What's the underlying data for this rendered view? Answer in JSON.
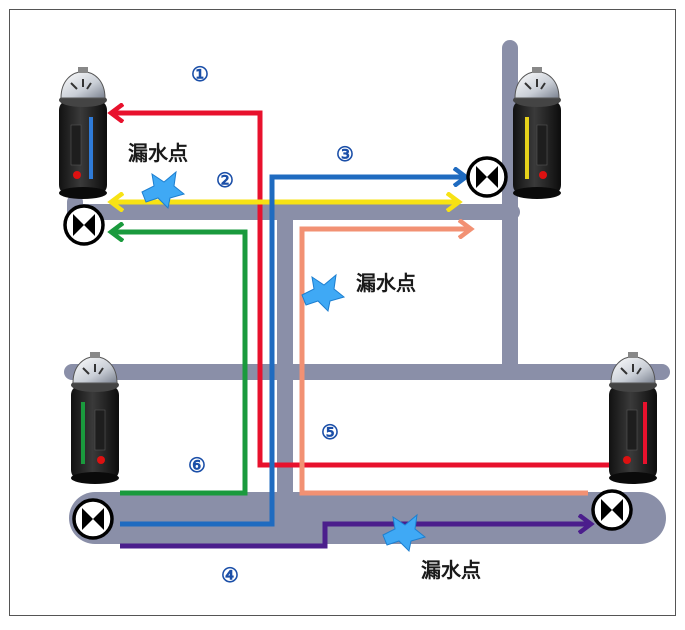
{
  "colors": {
    "pipe": "#8a8fa8",
    "route_1": "#e8112d",
    "route_2": "#f7e214",
    "route_3": "#1f6bc0",
    "route_4": "#4b1e8c",
    "route_5": "#f29173",
    "route_6": "#1a9a3d",
    "number_text": "#1b4fa8",
    "leak_marker": "#3fa9f5"
  },
  "routes": [
    {
      "id": 1,
      "number": "①",
      "color": "#e8112d"
    },
    {
      "id": 2,
      "number": "②",
      "color": "#f7e214"
    },
    {
      "id": 3,
      "number": "③",
      "color": "#1f6bc0"
    },
    {
      "id": 4,
      "number": "④",
      "color": "#4b1e8c"
    },
    {
      "id": 5,
      "number": "⑤",
      "color": "#f29173"
    },
    {
      "id": 6,
      "number": "⑥",
      "color": "#1a9a3d"
    }
  ],
  "leak_points": [
    {
      "label": "漏水点"
    },
    {
      "label": "漏水点"
    },
    {
      "label": "漏水点"
    }
  ],
  "sensors": [
    {
      "name": "top-left",
      "accent": "#2f7bd8"
    },
    {
      "name": "top-right",
      "accent": "#e6d11a"
    },
    {
      "name": "bottom-left",
      "accent": "#1a9a3d"
    },
    {
      "name": "bottom-right",
      "accent": "#e8112d"
    }
  ],
  "valves": [
    {
      "name": "top-left"
    },
    {
      "name": "top-right"
    },
    {
      "name": "bottom-left"
    },
    {
      "name": "bottom-right"
    }
  ]
}
